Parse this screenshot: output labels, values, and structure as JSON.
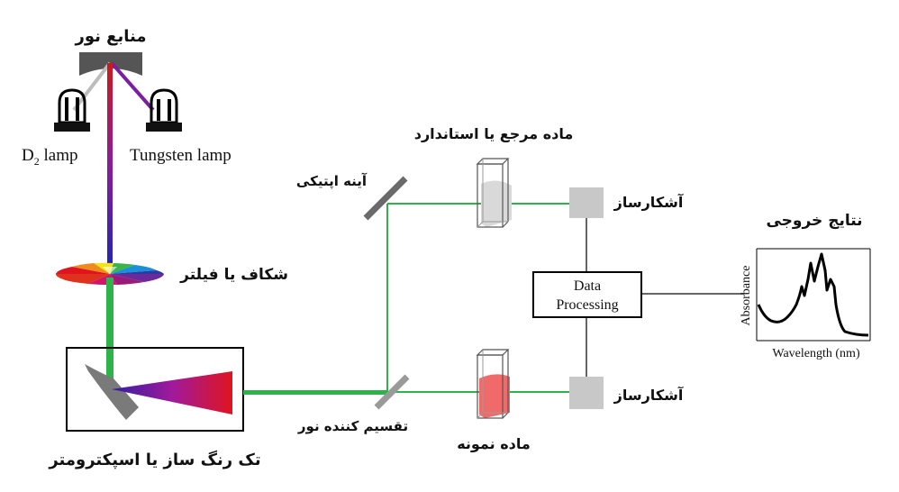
{
  "labels": {
    "light_sources": "منابع نور",
    "d2_lamp": "D",
    "d2_sub": "2",
    "d2_rest": " lamp",
    "tungsten_lamp": "Tungsten lamp",
    "prism_filter": "شکاف یا فیلتر",
    "monochromator": "تک رنگ ساز یا اسپکترومتر",
    "mirror": "آینه اپتیکی",
    "beam_splitter": "تقسیم کننده نور",
    "reference": "ماده مرجع یا استاندارد",
    "sample": "ماده نمونه",
    "detector_top": "آشکارساز",
    "detector_bottom": "آشکارساز",
    "data_processing_1": "Data",
    "data_processing_2": "Processing",
    "output_results": "نتایج خروجی",
    "absorbance": "Absorbance",
    "wavelength": "Wavelength (nm)"
  },
  "colors": {
    "green_beam": "#2db34a",
    "rainbow_beam": [
      "#d11",
      "#7a1fa0",
      "#2a2ab8"
    ],
    "sample_fill": "#f06a6a",
    "reference_fill": "#d9d9d9",
    "detector": "#c8c8c8",
    "mirror": "#777777"
  }
}
